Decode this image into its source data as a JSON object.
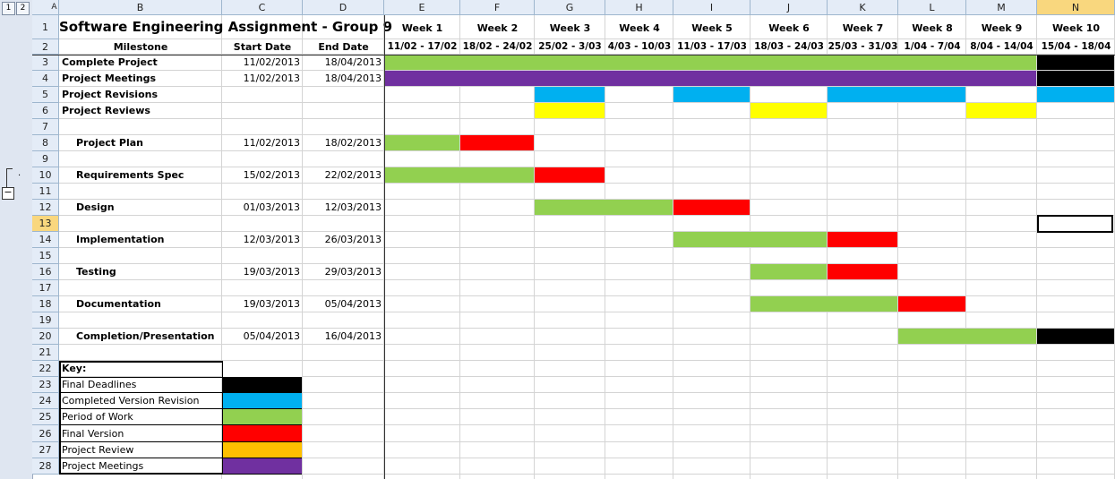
{
  "outline_levels": [
    "1",
    "2"
  ],
  "group_control": {
    "expand_dot": "·",
    "collapse": "−"
  },
  "columns": [
    "A",
    "B",
    "C",
    "D",
    "E",
    "F",
    "G",
    "H",
    "I",
    "J",
    "K",
    "L",
    "M",
    "N"
  ],
  "rows": [
    "1",
    "2",
    "3",
    "4",
    "5",
    "6",
    "7",
    "8",
    "9",
    "10",
    "11",
    "12",
    "13",
    "14",
    "15",
    "16",
    "17",
    "18",
    "19",
    "20",
    "21",
    "22",
    "23",
    "24",
    "25",
    "26",
    "27",
    "28"
  ],
  "title": "Software Engineering Assignment - Group 9",
  "headers": {
    "milestone": "Milestone",
    "start": "Start Date",
    "end": "End Date"
  },
  "weeks": [
    {
      "label": "Week 1",
      "range": "11/02 - 17/02"
    },
    {
      "label": "Week 2",
      "range": "18/02 - 24/02"
    },
    {
      "label": "Week 3",
      "range": "25/02 - 3/03"
    },
    {
      "label": "Week 4",
      "range": "4/03 - 10/03"
    },
    {
      "label": "Week 5",
      "range": "11/03 - 17/03"
    },
    {
      "label": "Week 6",
      "range": "18/03 - 24/03"
    },
    {
      "label": "Week 7",
      "range": "25/03 - 31/03"
    },
    {
      "label": "Week 8",
      "range": "1/04 - 7/04"
    },
    {
      "label": "Week 9",
      "range": "8/04 - 14/04"
    },
    {
      "label": "Week 10",
      "range": "15/04 - 18/04"
    }
  ],
  "tasks": [
    {
      "row": 3,
      "name": "Complete Project",
      "start": "11/02/2013",
      "end": "18/04/2013",
      "indent": false
    },
    {
      "row": 4,
      "name": "Project Meetings",
      "start": "11/02/2013",
      "end": "18/04/2013",
      "indent": false
    },
    {
      "row": 5,
      "name": "Project Revisions",
      "start": "",
      "end": "",
      "indent": false
    },
    {
      "row": 6,
      "name": "Project Reviews",
      "start": "",
      "end": "",
      "indent": false
    },
    {
      "row": 8,
      "name": "Project Plan",
      "start": "11/02/2013",
      "end": "18/02/2013",
      "indent": true
    },
    {
      "row": 10,
      "name": "Requirements Spec",
      "start": "15/02/2013",
      "end": "22/02/2013",
      "indent": true
    },
    {
      "row": 12,
      "name": "Design",
      "start": "01/03/2013",
      "end": "12/03/2013",
      "indent": true
    },
    {
      "row": 14,
      "name": "Implementation",
      "start": "12/03/2013",
      "end": "26/03/2013",
      "indent": true
    },
    {
      "row": 16,
      "name": "Testing",
      "start": "19/03/2013",
      "end": "29/03/2013",
      "indent": true
    },
    {
      "row": 18,
      "name": "Documentation",
      "start": "19/03/2013",
      "end": "05/04/2013",
      "indent": true
    },
    {
      "row": 20,
      "name": "Completion/Presentation",
      "start": "05/04/2013",
      "end": "16/04/2013",
      "indent": true
    }
  ],
  "colors": {
    "deadline": "#000000",
    "revision": "#00b0f0",
    "work": "#92d050",
    "final": "#ff0000",
    "review": "#ffff00",
    "review_key": "#ffc000",
    "meetings": "#7030a0"
  },
  "bars": [
    {
      "row": 3,
      "weeks": [
        1,
        2,
        3,
        4,
        5,
        6,
        7,
        8,
        9
      ],
      "color": "work"
    },
    {
      "row": 3,
      "weeks": [
        10
      ],
      "color": "deadline"
    },
    {
      "row": 4,
      "weeks": [
        1,
        2,
        3,
        4,
        5,
        6,
        7,
        8,
        9
      ],
      "color": "meetings"
    },
    {
      "row": 4,
      "weeks": [
        10
      ],
      "color": "deadline"
    },
    {
      "row": 5,
      "weeks": [
        3
      ],
      "color": "revision"
    },
    {
      "row": 5,
      "weeks": [
        5
      ],
      "color": "revision"
    },
    {
      "row": 5,
      "weeks": [
        7,
        8
      ],
      "color": "revision"
    },
    {
      "row": 5,
      "weeks": [
        10
      ],
      "color": "revision"
    },
    {
      "row": 6,
      "weeks": [
        3
      ],
      "color": "review"
    },
    {
      "row": 6,
      "weeks": [
        6
      ],
      "color": "review"
    },
    {
      "row": 6,
      "weeks": [
        9
      ],
      "color": "review"
    },
    {
      "row": 8,
      "weeks": [
        1
      ],
      "color": "work"
    },
    {
      "row": 8,
      "weeks": [
        2
      ],
      "color": "final"
    },
    {
      "row": 10,
      "weeks": [
        1,
        2
      ],
      "color": "work"
    },
    {
      "row": 10,
      "weeks": [
        3
      ],
      "color": "final"
    },
    {
      "row": 12,
      "weeks": [
        3,
        4
      ],
      "color": "work"
    },
    {
      "row": 12,
      "weeks": [
        5
      ],
      "color": "final"
    },
    {
      "row": 14,
      "weeks": [
        5,
        6
      ],
      "color": "work"
    },
    {
      "row": 14,
      "weeks": [
        7
      ],
      "color": "final"
    },
    {
      "row": 16,
      "weeks": [
        6
      ],
      "color": "work"
    },
    {
      "row": 16,
      "weeks": [
        7
      ],
      "color": "final"
    },
    {
      "row": 18,
      "weeks": [
        6,
        7
      ],
      "color": "work"
    },
    {
      "row": 18,
      "weeks": [
        8
      ],
      "color": "final"
    },
    {
      "row": 20,
      "weeks": [
        8,
        9
      ],
      "color": "work"
    },
    {
      "row": 20,
      "weeks": [
        10
      ],
      "color": "deadline"
    }
  ],
  "key": {
    "title": "Key:",
    "items": [
      {
        "label": "Final Deadlines",
        "color": "deadline"
      },
      {
        "label": "Completed Version Revision",
        "color": "revision"
      },
      {
        "label": "Period of Work",
        "color": "work"
      },
      {
        "label": "Final Version",
        "color": "final"
      },
      {
        "label": "Project Review",
        "color": "review_key"
      },
      {
        "label": "Project Meetings",
        "color": "meetings"
      }
    ]
  },
  "active_cell": "N13"
}
